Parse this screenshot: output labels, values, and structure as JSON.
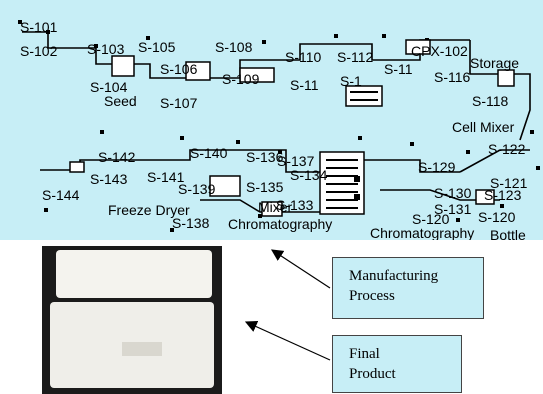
{
  "flowsheet": {
    "labels": [
      "S-101",
      "S-102",
      "S-103",
      "S-105",
      "S-108",
      "S-110",
      "S-112",
      "CPX-102",
      "S-106",
      "S-109",
      "S-104",
      "S-107",
      "S-11",
      "S-1",
      "S-11",
      "Storage",
      "S-116",
      "S-118",
      "Cell Mixer",
      "Seed",
      "S-142",
      "S-140",
      "S-136",
      "S-137",
      "S-134",
      "S-141",
      "S-143",
      "S-144",
      "S-139",
      "S-135",
      "S-133",
      "S-138",
      "S-129",
      "S-130",
      "S-131",
      "S-122",
      "S-121",
      "S-123",
      "S-120",
      "S-120",
      "Freeze Dryer",
      "Chromatography",
      "Chromatography",
      "Bottle",
      "Mixer"
    ]
  },
  "photo": {
    "alt": "Final product bags"
  },
  "callouts": {
    "manufacturing": [
      "Manufacturing",
      "Process"
    ],
    "final": [
      "Final",
      "Product"
    ]
  }
}
